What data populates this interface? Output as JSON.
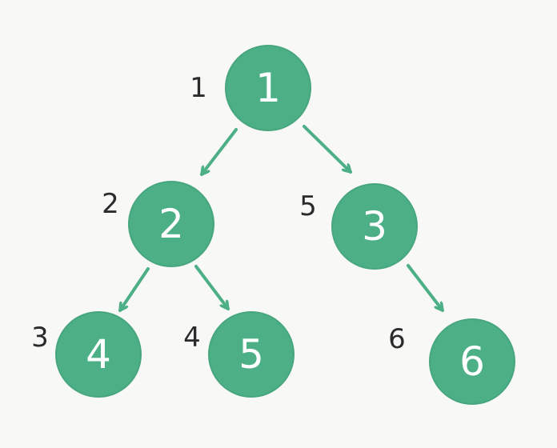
{
  "colors": {
    "node_fill": "#4caf86",
    "edge": "#4caf86",
    "node_text": "#ffffff",
    "order_text": "#2b2b2b",
    "background": "#f8f8f6"
  },
  "tree": {
    "nodes": [
      {
        "id": "n1",
        "value": "1",
        "order": "1"
      },
      {
        "id": "n2",
        "value": "2",
        "order": "2"
      },
      {
        "id": "n3",
        "value": "3",
        "order": "5"
      },
      {
        "id": "n4",
        "value": "4",
        "order": "3"
      },
      {
        "id": "n5",
        "value": "5",
        "order": "4"
      },
      {
        "id": "n6",
        "value": "6",
        "order": "6"
      }
    ],
    "edges": [
      {
        "from": "n1",
        "to": "n2"
      },
      {
        "from": "n1",
        "to": "n3"
      },
      {
        "from": "n2",
        "to": "n4"
      },
      {
        "from": "n2",
        "to": "n5"
      },
      {
        "from": "n3",
        "to": "n6"
      }
    ]
  }
}
